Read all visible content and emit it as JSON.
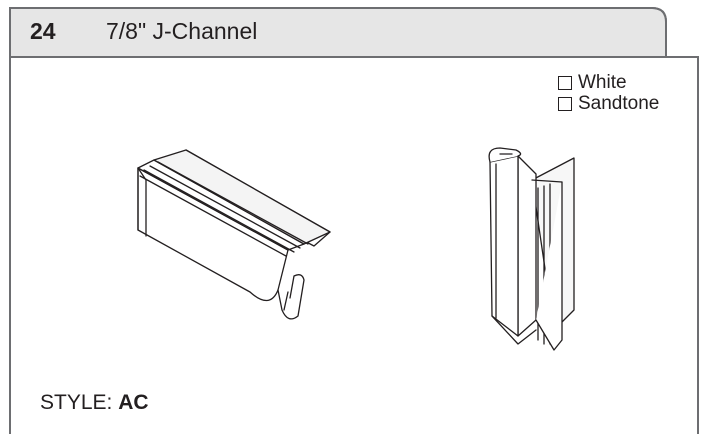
{
  "product": {
    "number": "24",
    "name": "7/8\" J-Channel"
  },
  "color_options": [
    {
      "label": "White",
      "checked": false
    },
    {
      "label": "Sandtone",
      "checked": false
    }
  ],
  "style": {
    "label": "STYLE:",
    "value": "AC"
  },
  "colors": {
    "frame_line": "#6d6e71",
    "tab_fill": "#e6e6e6",
    "text": "#231f20"
  }
}
